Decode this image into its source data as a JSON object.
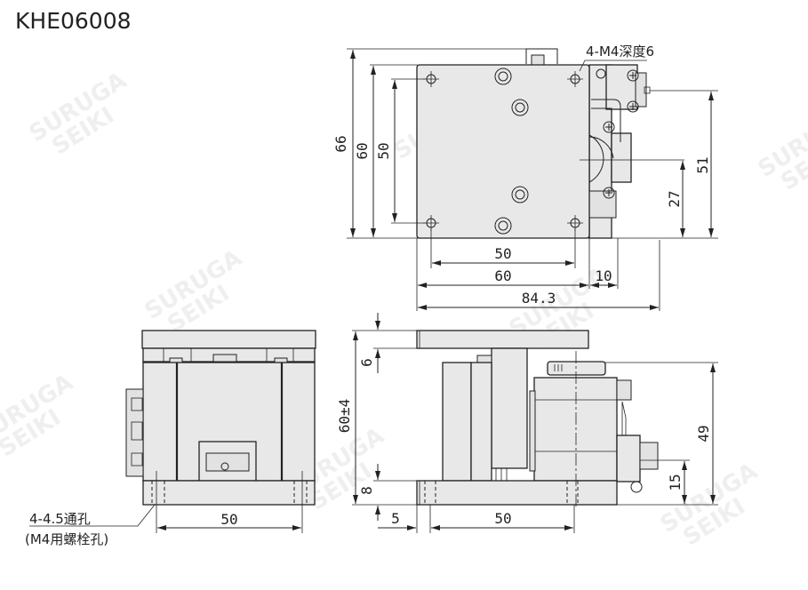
{
  "title": "KHE06008",
  "watermark": {
    "line1": "SURUGA",
    "line2": "SEIKI"
  },
  "top_view": {
    "callout_tapped_holes": "4-M4深度6",
    "dims": {
      "overall_height": "66",
      "plate_height": "60",
      "hole_pitch_vertical": "50",
      "hole_pitch_horizontal": "50",
      "plate_width": "60",
      "motor_offset": "10",
      "overall_width": "84.3",
      "connector_height": "51",
      "knob_center_height": "27"
    }
  },
  "front_view": {
    "callout_through_holes_line1": "4-4.5通孔",
    "callout_through_holes_line2": "(M4用螺栓孔)",
    "dims": {
      "hole_pitch": "50"
    }
  },
  "side_view": {
    "dims": {
      "top_plate_thickness": "6",
      "total_height": "60±4",
      "base_thickness": "8",
      "edge_to_hole": "5",
      "hole_pitch": "50",
      "motor_height": "49",
      "connector_height": "15"
    }
  }
}
